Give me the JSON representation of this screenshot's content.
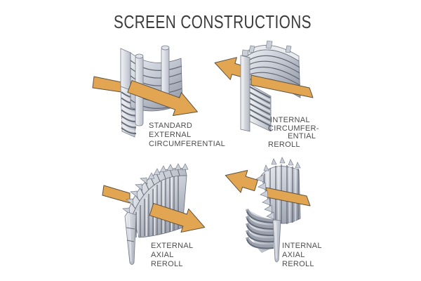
{
  "title": "SCREEN CONSTRUCTIONS",
  "colors": {
    "background": "#FFFFFF",
    "title_text": "#3B3B3B",
    "label_text": "#4D4D4D",
    "arrow": "#E2A551",
    "arrow_outline": "#5E5240",
    "metal_light": "#F2F3F6",
    "metal_mid": "#C6CBD4",
    "metal_shadow": "#8D93A0"
  },
  "panels": [
    {
      "label_lines": [
        "STANDARD",
        "EXTERNAL",
        "CIRCUMFERENTIAL"
      ],
      "screen_type": "circumferential-wrap-external-screen",
      "flow_direction": "enters-left-exits-lower-right"
    },
    {
      "label_lines": [
        "INTERNAL",
        "CIRCUMFER-",
        "ENTIAL",
        "REROLL"
      ],
      "screen_type": "circumferential-wrap-internal-screen",
      "flow_direction": "enters-right-exits-upper-left"
    },
    {
      "label_lines": [
        "EXTERNAL",
        "AXIAL",
        "REROLL"
      ],
      "screen_type": "axial-wire-external-screen",
      "flow_direction": "enters-left-exits-lower-right"
    },
    {
      "label_lines": [
        "INTERNAL",
        "AXIAL",
        "REROLL"
      ],
      "screen_type": "axial-wire-internal-screen",
      "flow_direction": "enters-right-exits-upper-left"
    }
  ]
}
